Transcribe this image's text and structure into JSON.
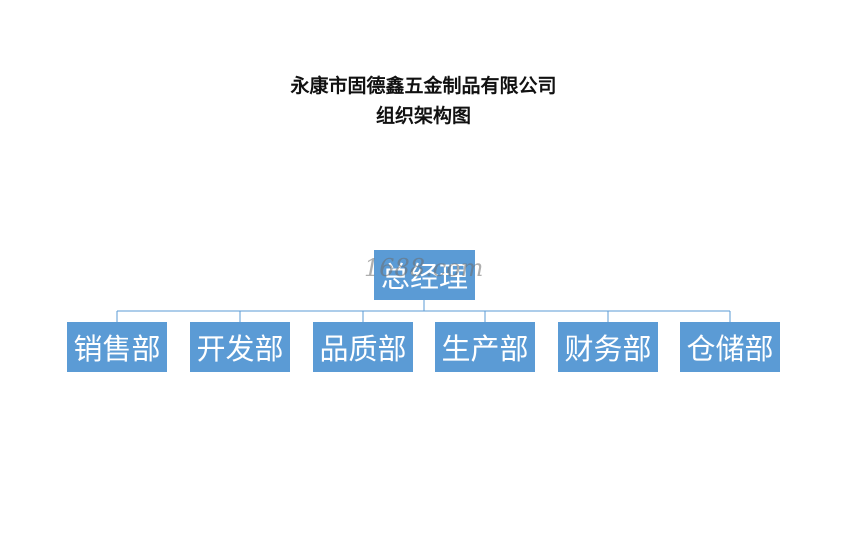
{
  "title": {
    "line1": "永康市固德鑫五金制品有限公司",
    "line2": "组织架构图"
  },
  "org": {
    "root": "总经理",
    "children": [
      "销售部",
      "开发部",
      "品质部",
      "生产部",
      "财务部",
      "仓储部"
    ]
  },
  "watermark": "1688.com",
  "colors": {
    "box_fill": "#5b9bd5",
    "connector": "#5b9bd5",
    "box_text": "#ffffff"
  }
}
